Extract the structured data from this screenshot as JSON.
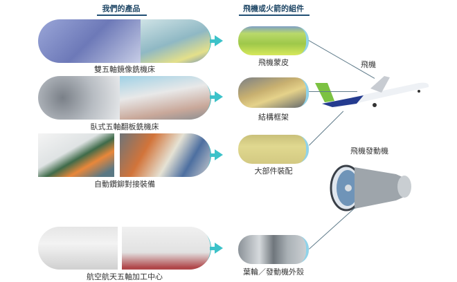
{
  "headers": {
    "products": "我們的產品",
    "components": "飛機或火箭的組件"
  },
  "products": [
    {
      "label": "雙五軸鏡像銑機床",
      "image": "mirror-milling-machine-photo"
    },
    {
      "label": "臥式五軸翻板銑機床",
      "image": "horizontal-flip-milling-machine-photo"
    },
    {
      "label": "自動鑽鉚對接裝備",
      "image": "auto-drilling-riveting-robot-photo"
    },
    {
      "label": "航空航天五軸加工中心",
      "image": "aerospace-machining-center-photo"
    }
  ],
  "components": [
    {
      "label": "飛機蒙皮",
      "image": "aircraft-skin-photo"
    },
    {
      "label": "結構框架",
      "image": "structural-frame-photo"
    },
    {
      "label": "大部件裝配",
      "image": "major-assembly-photo"
    },
    {
      "label": "葉輪／發動機外殼",
      "image": "impeller-engine-casing-photo"
    }
  ],
  "targets": {
    "aircraft": "飛機",
    "engine": "飛機發動機"
  },
  "colors": {
    "arrow": "#3cc2c9",
    "header_line": "#1f4e73",
    "header_text": "#1f4766",
    "connector": "#5f7b8a"
  }
}
